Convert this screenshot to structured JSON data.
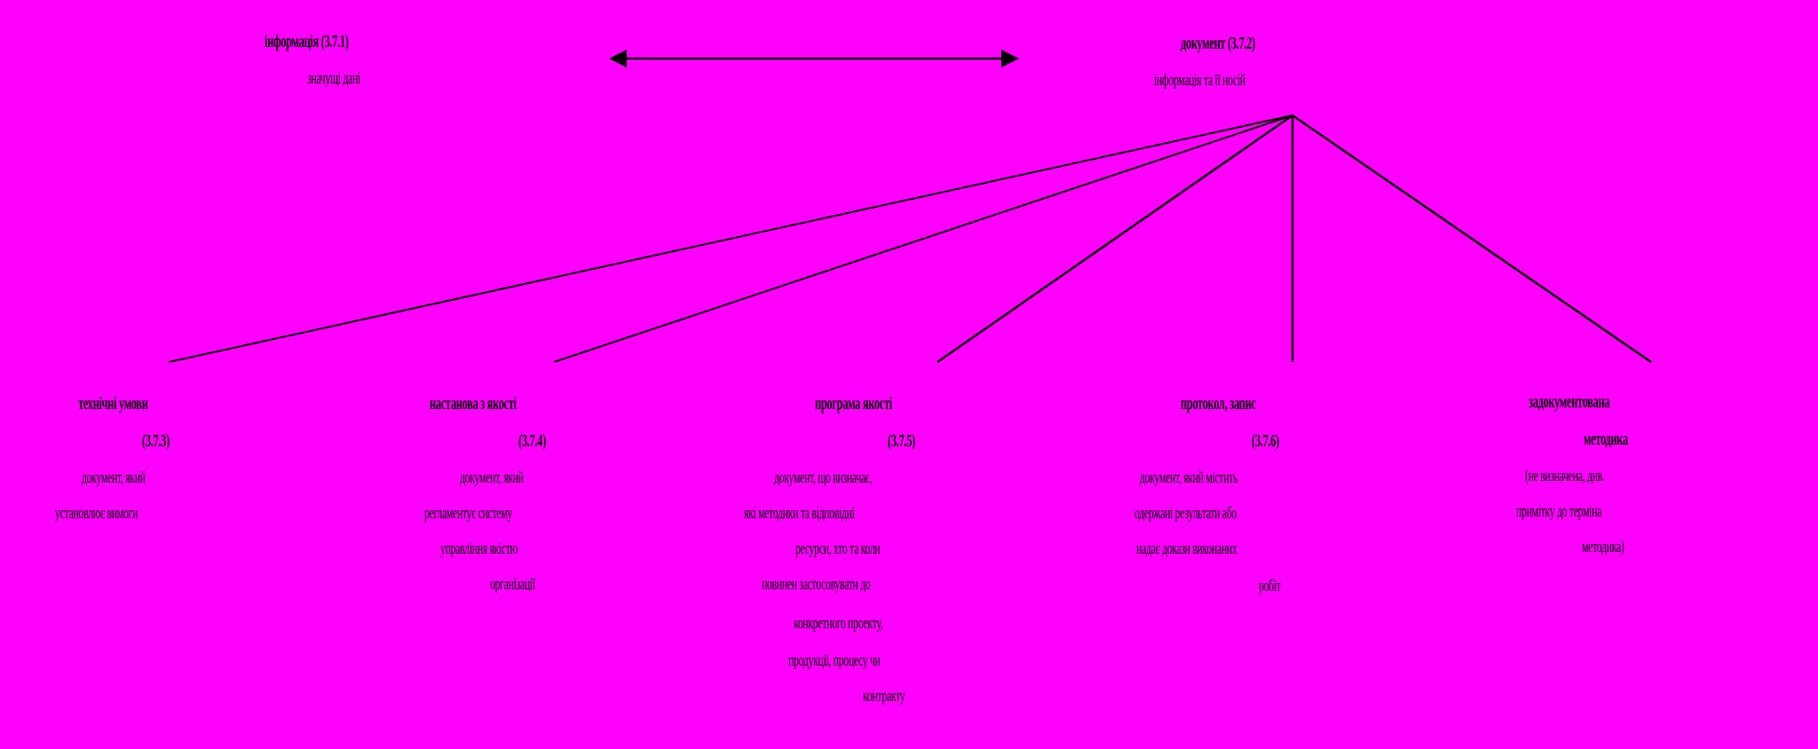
{
  "diagram": {
    "top_left": {
      "title": "інформація (3.7.1)",
      "subtitle": "значущі дані"
    },
    "top_right": {
      "title": "документ (3.7.2)",
      "subtitle": "інформація та її носій"
    },
    "nodes": [
      {
        "title": "технічні умови",
        "number": "(3.7.3)",
        "lines": [
          "документ, який",
          "установлює вимоги"
        ]
      },
      {
        "title": "настанова з якості",
        "number": "(3.7.4)",
        "lines": [
          "документ, який",
          "регламентує систему",
          "управління якістю",
          "організації"
        ]
      },
      {
        "title": "програма якості",
        "number": "(3.7.5)",
        "lines": [
          "документ, що визначає,",
          "які методики та відповідні",
          "ресурси, хто та коли",
          "повинен застосовувати до",
          "конкретного проекту,",
          "продукції, процесу чи",
          "контракту"
        ]
      },
      {
        "title": "протокол, запис",
        "number": "(3.7.6)",
        "lines": [
          "документ, який містить",
          "одержані результати або",
          "надає докази виконаних",
          "робіт"
        ]
      },
      {
        "title": "задокументована",
        "number": "методика",
        "lines": [
          "(не визначена, див.",
          "примітку до терміна",
          "методика)"
        ]
      }
    ]
  }
}
